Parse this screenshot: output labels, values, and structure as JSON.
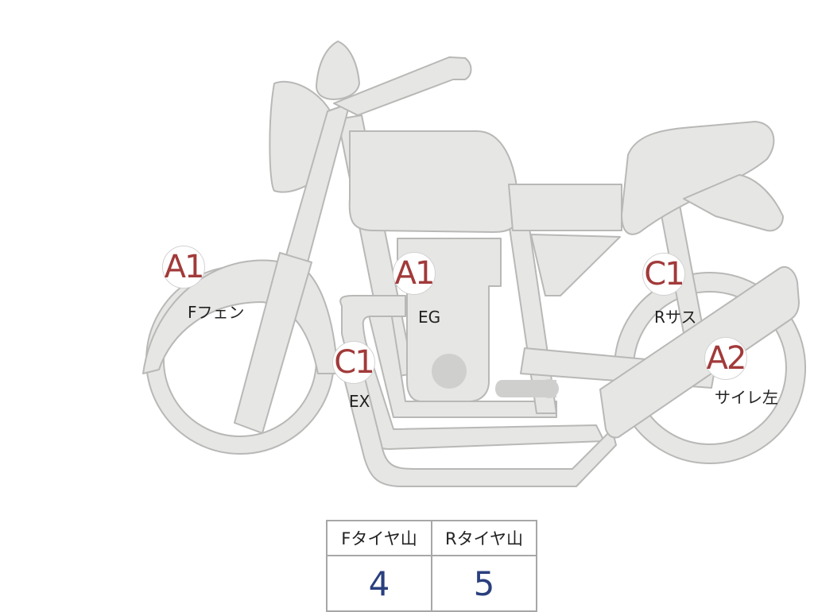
{
  "markers": [
    {
      "id": "f-fender",
      "grade": "A1",
      "label": "Fフェン"
    },
    {
      "id": "engine",
      "grade": "A1",
      "label": "EG"
    },
    {
      "id": "exhaust",
      "grade": "C1",
      "label": "EX"
    },
    {
      "id": "r-suspension",
      "grade": "C1",
      "label": "Rサス"
    },
    {
      "id": "silencer-left",
      "grade": "A2",
      "label": "サイレ左"
    }
  ],
  "tire_table": {
    "headers": [
      "Fタイヤ山",
      "Rタイヤ山"
    ],
    "values": [
      "4",
      "5"
    ]
  },
  "colors": {
    "bike_fill": "#e6e6e4",
    "bike_stroke": "#b8b8b6",
    "grade_text": "#a23a3a",
    "tire_value_text": "#2a3f7e"
  }
}
